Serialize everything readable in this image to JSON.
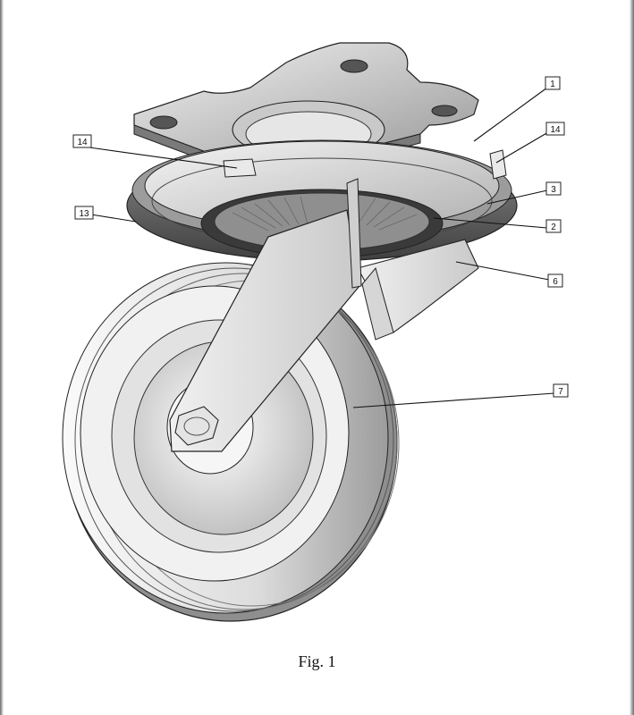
{
  "caption": "Fig. 1",
  "callouts": [
    "1",
    "14",
    "3",
    "2",
    "6",
    "7",
    "14",
    "13"
  ],
  "colors": {
    "background": "#ffffff",
    "line": "#111111",
    "metal_light": "#e8e8e8",
    "metal_dark": "#555555"
  }
}
